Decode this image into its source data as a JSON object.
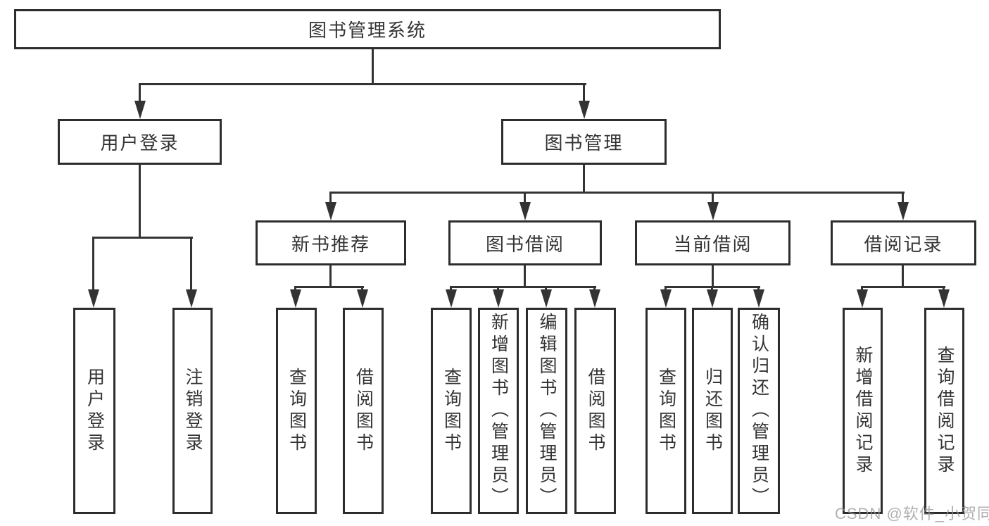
{
  "diagram": {
    "root": "图书管理系统",
    "children": [
      {
        "label": "用户登录",
        "children": [
          "用户登录",
          "注销登录"
        ]
      },
      {
        "label": "图书管理",
        "children": [
          {
            "label": "新书推荐",
            "children": [
              "查询图书",
              "借阅图书"
            ]
          },
          {
            "label": "图书借阅",
            "children": [
              "查询图书",
              "新增图书（管理员）",
              "编辑图书（管理员）",
              "借阅图书"
            ]
          },
          {
            "label": "当前借阅",
            "children": [
              "查询图书",
              "归还图书",
              "确认归还（管理员）"
            ]
          },
          {
            "label": "借阅记录",
            "children": [
              "新增借阅记录",
              "查询借阅记录"
            ]
          }
        ]
      }
    ]
  },
  "watermark": {
    "text": "CSDN @软件_小贺同学",
    "color": "#969696"
  },
  "colors": {
    "line": "#333333",
    "box_border": "#2d2d2d",
    "text": "#333333",
    "background": "#ffffff"
  }
}
